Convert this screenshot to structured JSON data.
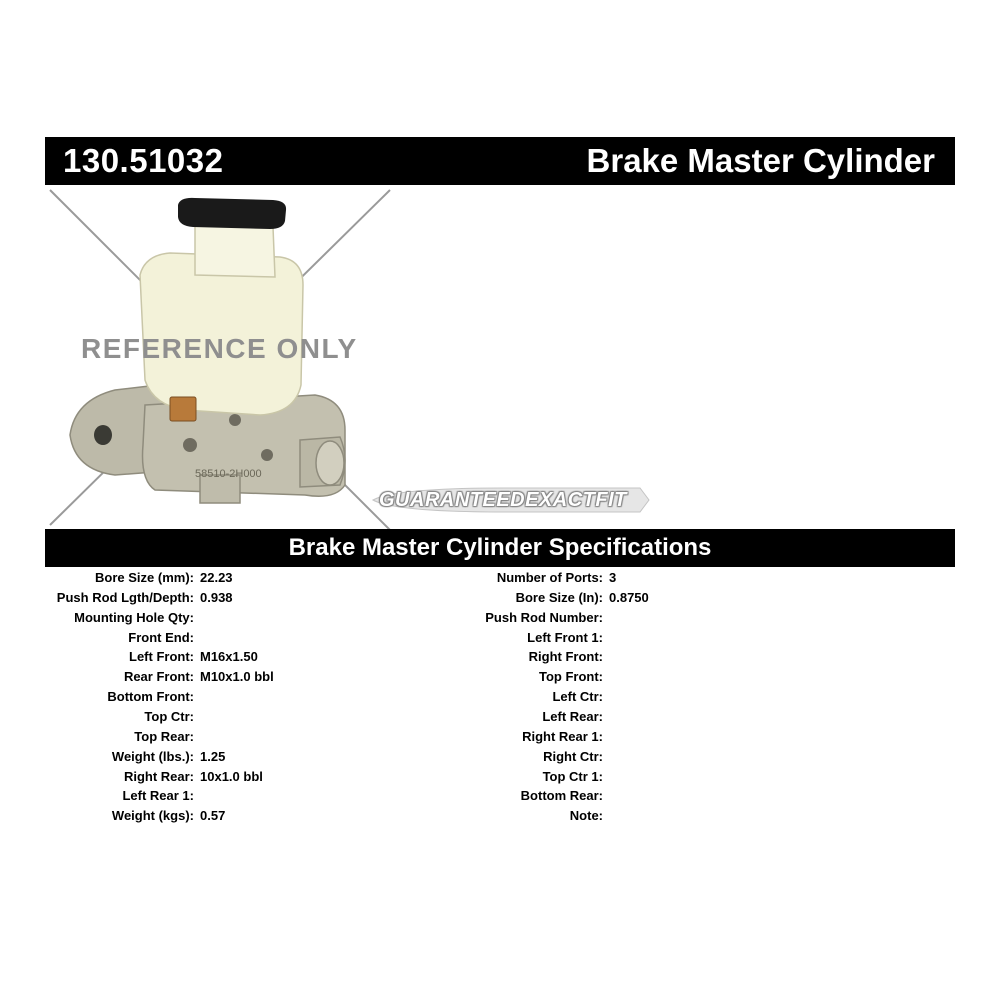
{
  "header": {
    "part_number": "130.51032",
    "title": "Brake Master Cylinder"
  },
  "image": {
    "watermark": "REFERENCE ONLY",
    "badge": "GUARANTEEDEXACTFIT",
    "casting_text": "58510-2H000",
    "reservoir_color": "#f3f2d9",
    "cap_color": "#1a1a1a",
    "body_color": "#b9b6a6"
  },
  "specifications": {
    "title": "Brake Master Cylinder Specifications",
    "left": [
      {
        "label": "Bore Size (mm):",
        "value": "22.23"
      },
      {
        "label": "Push Rod Lgth/Depth:",
        "value": "0.938"
      },
      {
        "label": "Mounting Hole Qty:",
        "value": ""
      },
      {
        "label": "Front End:",
        "value": ""
      },
      {
        "label": "Left Front:",
        "value": "M16x1.50"
      },
      {
        "label": "Rear Front:",
        "value": "M10x1.0 bbl"
      },
      {
        "label": "Bottom Front:",
        "value": ""
      },
      {
        "label": "Top Ctr:",
        "value": ""
      },
      {
        "label": "Top Rear:",
        "value": ""
      },
      {
        "label": "Weight (lbs.):",
        "value": "1.25"
      },
      {
        "label": "Right Rear:",
        "value": "10x1.0 bbl"
      },
      {
        "label": "Left Rear 1:",
        "value": ""
      },
      {
        "label": "Weight (kgs):",
        "value": "0.57"
      }
    ],
    "right": [
      {
        "label": "Number of Ports:",
        "value": "3"
      },
      {
        "label": "Bore Size (In):",
        "value": "0.8750"
      },
      {
        "label": "Push Rod Number:",
        "value": ""
      },
      {
        "label": "Left Front 1:",
        "value": ""
      },
      {
        "label": "Right Front:",
        "value": ""
      },
      {
        "label": "Top Front:",
        "value": ""
      },
      {
        "label": "Left Ctr:",
        "value": ""
      },
      {
        "label": "Left Rear:",
        "value": ""
      },
      {
        "label": "Right Rear 1:",
        "value": ""
      },
      {
        "label": "Right Ctr:",
        "value": ""
      },
      {
        "label": "Top Ctr 1:",
        "value": ""
      },
      {
        "label": "Bottom Rear:",
        "value": ""
      },
      {
        "label": "Note:",
        "value": ""
      }
    ]
  }
}
